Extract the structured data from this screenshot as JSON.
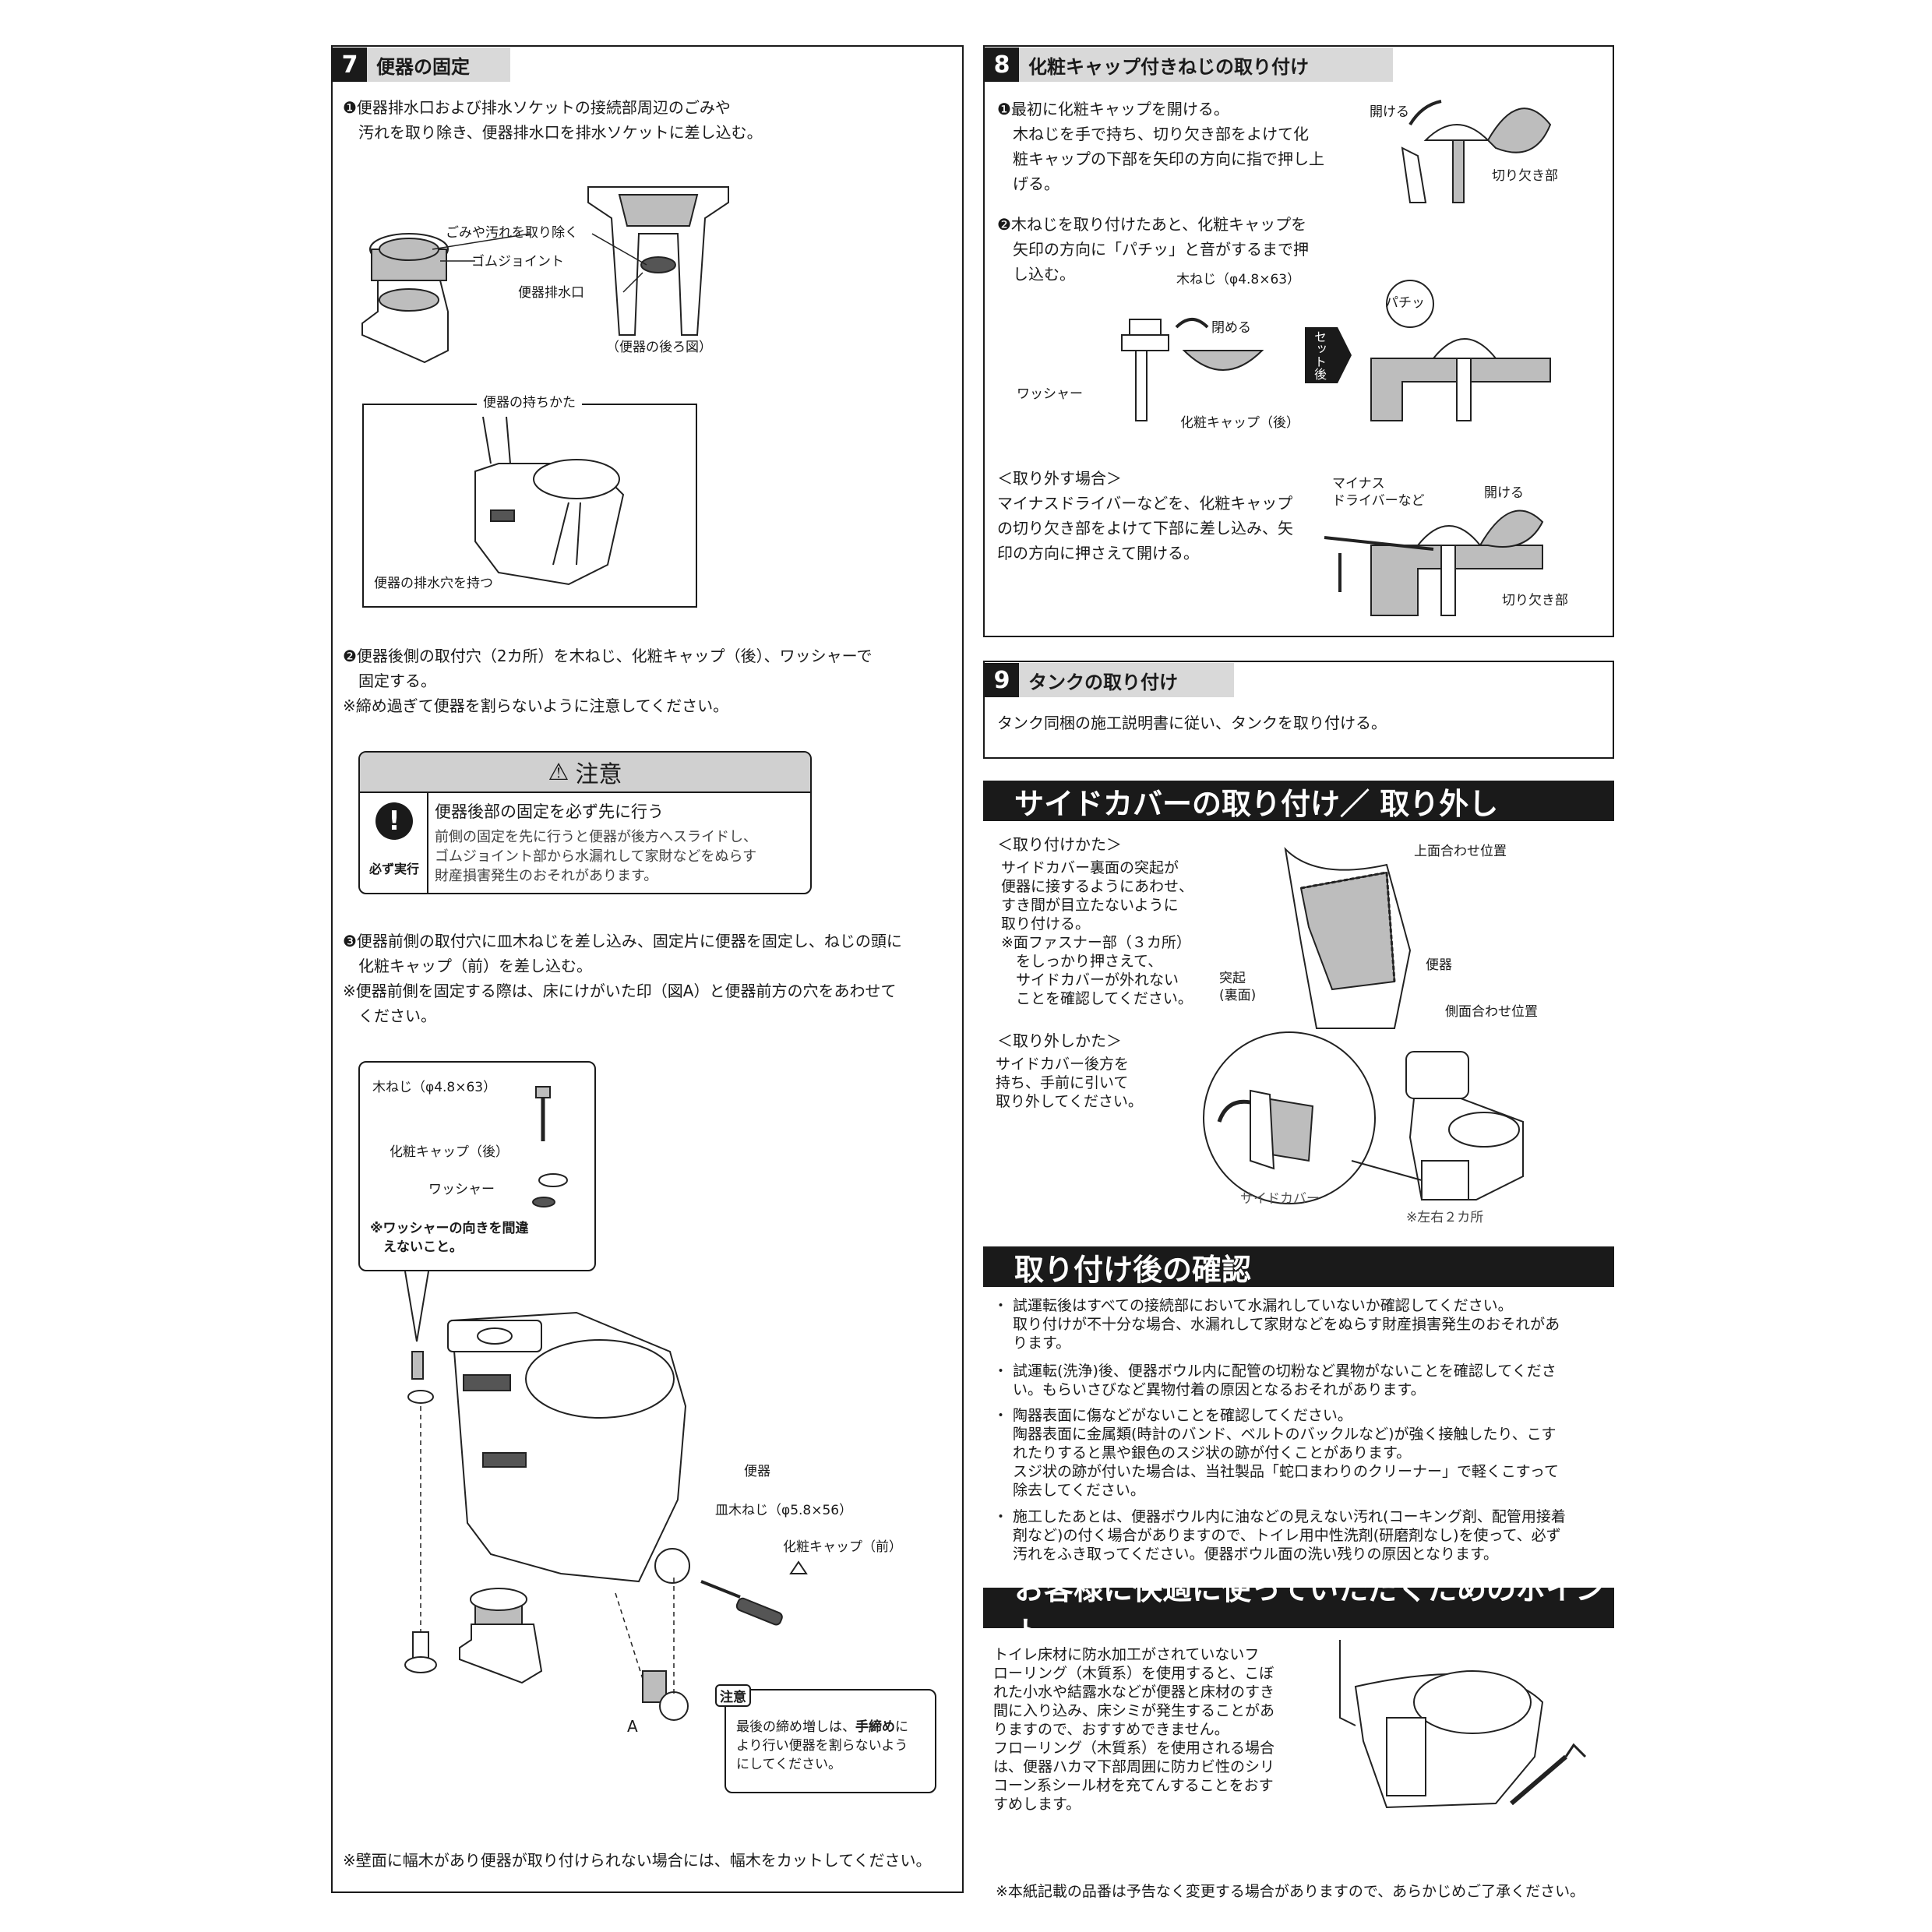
{
  "s7": {
    "num": "7",
    "title": "便器の固定",
    "step1": "❶便器排水口および排水ソケットの接続部周辺のごみや\n　汚れを取り除き、便器排水口を排水ソケットに差し込む。",
    "lbl_remove_dirt": "ごみや汚れを取り除く",
    "lbl_gum_joint": "ゴムジョイント",
    "lbl_drain": "便器排水口",
    "lbl_back_view": "（便器の後ろ図）",
    "hold_title": "便器の持ちかた",
    "hold_label": "便器の排水穴を持つ",
    "step2": "❷便器後側の取付穴（2カ所）を木ねじ、化粧キャップ（後）、ワッシャーで\n　固定する。\n※締め過ぎて便器を割らないように注意してください。",
    "caution_title": "注意",
    "caution_mark": "必ず実行",
    "caution_head": "便器後部の固定を必ず先に行う",
    "caution_body": "前側の固定を先に行うと便器が後方へスライドし、\nゴムジョイント部から水漏れして家財などをぬらす\n財産損害発生のおそれがあります。",
    "step3": "❸便器前側の取付穴に皿木ねじを差し込み、固定片に便器を固定し、ねじの頭に\n　化粧キャップ（前）を差し込む。\n※便器前側を固定する際は、床にけがいた印（図A）と便器前方の穴をあわせて\n　ください。",
    "lbl_screw": "木ねじ（φ4.8×63）",
    "lbl_cap_back": "化粧キャップ（後）",
    "lbl_washer": "ワッシャー",
    "washer_note": "※ワッシャーの向きを間違\n　えないこと。",
    "lbl_toilet": "便器",
    "lbl_flat_screw": "皿木ねじ（φ5.8×56）",
    "lbl_cap_front": "化粧キャップ（前）",
    "lbl_a": "A",
    "note_badge": "注意",
    "note_text_1": "最後の締め増しは、",
    "note_text_bold": "手締め",
    "note_text_2": "に\nより行い便器を割らないよう\nにしてください。",
    "footer": "※壁面に幅木があり便器が取り付けられない場合には、幅木をカットしてください。"
  },
  "s8": {
    "num": "8",
    "title": "化粧キャップ付きねじの取り付け",
    "step1": "❶最初に化粧キャップを開ける。\n　木ねじを手で持ち、切り欠き部をよけて化\n　粧キャップの下部を矢印の方向に指で押し上\n　げる。",
    "lbl_open": "開ける",
    "lbl_notch": "切り欠き部",
    "step2": "❷木ねじを取り付けたあと、化粧キャップを\n　矢印の方向に「パチッ」と音がするまで押\n　し込む。",
    "lbl_screw": "木ねじ（φ4.8×63）",
    "lbl_close": "閉める",
    "lbl_washer": "ワッシャー",
    "lbl_cap_back": "化粧キャップ（後）",
    "lbl_set_after": "セット後",
    "lbl_pachi": "パチッ",
    "remove_title": "＜取り外す場合＞",
    "remove_body": "マイナスドライバーなどを、化粧キャップ\nの切り欠き部をよけて下部に差し込み、矢\n印の方向に押さえて開ける。",
    "lbl_driver": "マイナス\nドライバーなど",
    "lbl_open2": "開ける",
    "lbl_notch2": "切り欠き部"
  },
  "s9": {
    "num": "9",
    "title": "タンクの取り付け",
    "body": "タンク同梱の施工説明書に従い、タンクを取り付ける。"
  },
  "side_cover": {
    "band": "サイドカバーの取り付け／ 取り外し",
    "attach_title": "＜取り付けかた＞",
    "attach_body": "サイドカバー裏面の突起が\n便器に接するようにあわせ、\nすき間が目立たないように\n取り付ける。\n※面ファスナー部（３カ所）\n　をしっかり押さえて、\n　サイドカバーが外れない\n　ことを確認してください。",
    "lbl_top": "上面合わせ位置",
    "lbl_bump": "突起\n(裏面)",
    "lbl_toilet": "便器",
    "lbl_side": "側面合わせ位置",
    "remove_title": "＜取り外しかた＞",
    "remove_body": "サイドカバー後方を\n持ち、手前に引いて\n取り外してください。",
    "lbl_cover": "サイドカバー",
    "lbl_both": "※左右２カ所"
  },
  "confirm": {
    "band": "取り付け後の確認",
    "items": [
      "・ 試運転後はすべての接続部において水漏れしていないか確認してください。\n　 取り付けが不十分な場合、水漏れして家財などをぬらす財産損害発生のおそれがあ\n　 ります。",
      "・ 試運転(洗浄)後、便器ボウル内に配管の切粉など異物がないことを確認してくださ\n　 い。もらいさびなど異物付着の原因となるおそれがあります。",
      "・ 陶器表面に傷などがないことを確認してください。\n　 陶器表面に金属類(時計のバンド、ベルトのバックルなど)が強く接触したり、こす\n　 れたりすると黒や銀色のスジ状の跡が付くことがあります。\n　 スジ状の跡が付いた場合は、当社製品「蛇口まわりのクリーナー」で軽くこすって\n　 除去してください。",
      "・ 施工したあとは、便器ボウル内に油などの見えない汚れ(コーキング剤、配管用接着\n　 剤など)の付く場合がありますので、トイレ用中性洗剤(研磨剤なし)を使って、必ず\n　 汚れをふき取ってください。便器ボウル面の洗い残りの原因となります。"
    ]
  },
  "points": {
    "band": "お客様に快適に使っていただくためのポイント",
    "body": "トイレ床材に防水加工がされていないフ\nローリング（木質系）を使用すると、こぼ\nれた小水や結露水などが便器と床材のすき\n間に入り込み、床シミが発生することがあ\nりますので、おすすめできません。\nフローリング（木質系）を使用される場合\nは、便器ハカマ下部周囲に防カビ性のシリ\nコーン系シール材を充てんすることをおす\nすめします。"
  },
  "footer_note": "※本紙記載の品番は予告なく変更する場合がありますので、あらかじめご了承ください。"
}
